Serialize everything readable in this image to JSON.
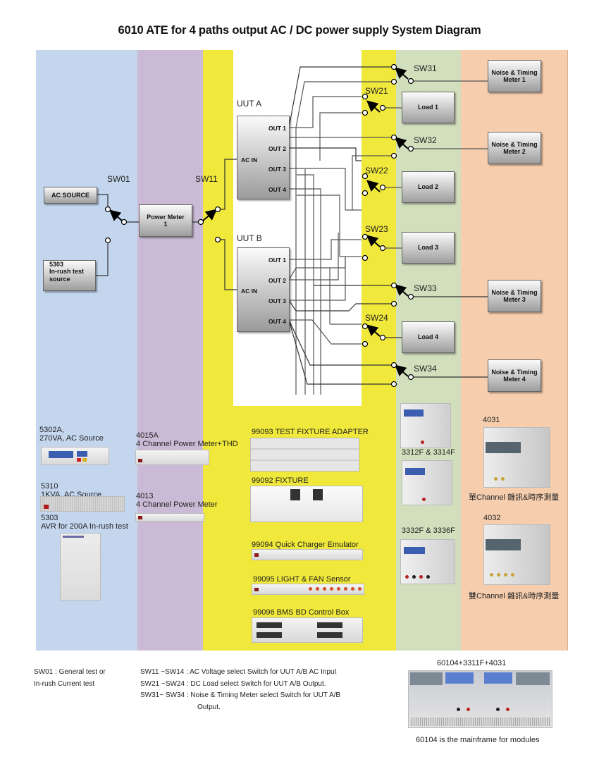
{
  "title": "6010 ATE for 4 paths output AC / DC power supply System Diagram",
  "colors": {
    "source_band": "#c3d6ee",
    "meter_band": "#cbbad6",
    "switch_band": "#f0e83a",
    "load_band": "#d1dfbd",
    "noise_band": "#f6ceae"
  },
  "sources": {
    "ac_source": "AC SOURCE",
    "inrush_source_line1": "5303",
    "inrush_source_line2": "In-rush test",
    "inrush_source_line3": "source"
  },
  "power_meter": {
    "line1": "Power Meter",
    "line2": "1"
  },
  "switches": {
    "sw01": "SW01",
    "sw11": "SW11",
    "sw21": "SW21",
    "sw22": "SW22",
    "sw23": "SW23",
    "sw24": "SW24",
    "sw31": "SW31",
    "sw32": "SW32",
    "sw33": "SW33",
    "sw34": "SW34"
  },
  "uuts": [
    {
      "label": "UUT A",
      "ac_in": "AC IN",
      "outputs": [
        "OUT 1",
        "OUT 2",
        "OUT 3",
        "OUT 4"
      ]
    },
    {
      "label": "UUT B",
      "ac_in": "AC IN",
      "outputs": [
        "OUT 1",
        "OUT 2",
        "OUT 3",
        "OUT 4"
      ]
    }
  ],
  "loads": [
    "Load 1",
    "Load 2",
    "Load 3",
    "Load 4"
  ],
  "noise_meters": [
    {
      "line1": "Noise & Timing",
      "line2": "Meter 1"
    },
    {
      "line1": "Noise & Timing",
      "line2": "Meter 2"
    },
    {
      "line1": "Noise & Timing",
      "line2": "Meter 3"
    },
    {
      "line1": "Noise & Timing",
      "line2": "Meter 4"
    }
  ],
  "products": {
    "p5302a_line1": "5302A,",
    "p5302a_line2": "270VA, AC Source",
    "p5310_line1": "5310",
    "p5310_line2": "1KVA, AC Source",
    "p5303_line1": "5303",
    "p5303_line2": "AVR for 200A In-rush test",
    "p4015a_line1": "4015A",
    "p4015a_line2": "4 Channel Power Meter+THD",
    "p4013_line1": "4013",
    "p4013_line2": "4 Channel Power Meter",
    "p99093": "99093 TEST FIXTURE ADAPTER",
    "p99092": "99092 FIXTURE",
    "p99094": "99094 Quick Charger Emulator",
    "p99095": "99095 LIGHT & FAN Sensor",
    "p99096": "99096 BMS BD Control Box",
    "p3312f": "3312F & 3314F",
    "p3332f": "3332F & 3336F",
    "p4031": "4031",
    "p4031_desc": "單Channel 雜訊&時序測量",
    "p4032": "4032",
    "p4032_desc": "雙Channel 雜訊&時序測量"
  },
  "notes": {
    "sw01_line1": "SW01 : General test or",
    "sw01_line2": "In-rush Current test",
    "sw11": "SW11 ~SW14 : AC Voltage select Switch for UUT A/B AC Input",
    "sw21": "SW21 ~SW24 : DC Load select Switch for UUT A/B Output.",
    "sw31": "SW31~ SW34 : Noise & Timing Meter select Switch for UUT A/B",
    "sw31_cont": "Output."
  },
  "mainframe": {
    "title": "60104+3311F+4031",
    "caption": "60104 is the mainframe for modules"
  }
}
